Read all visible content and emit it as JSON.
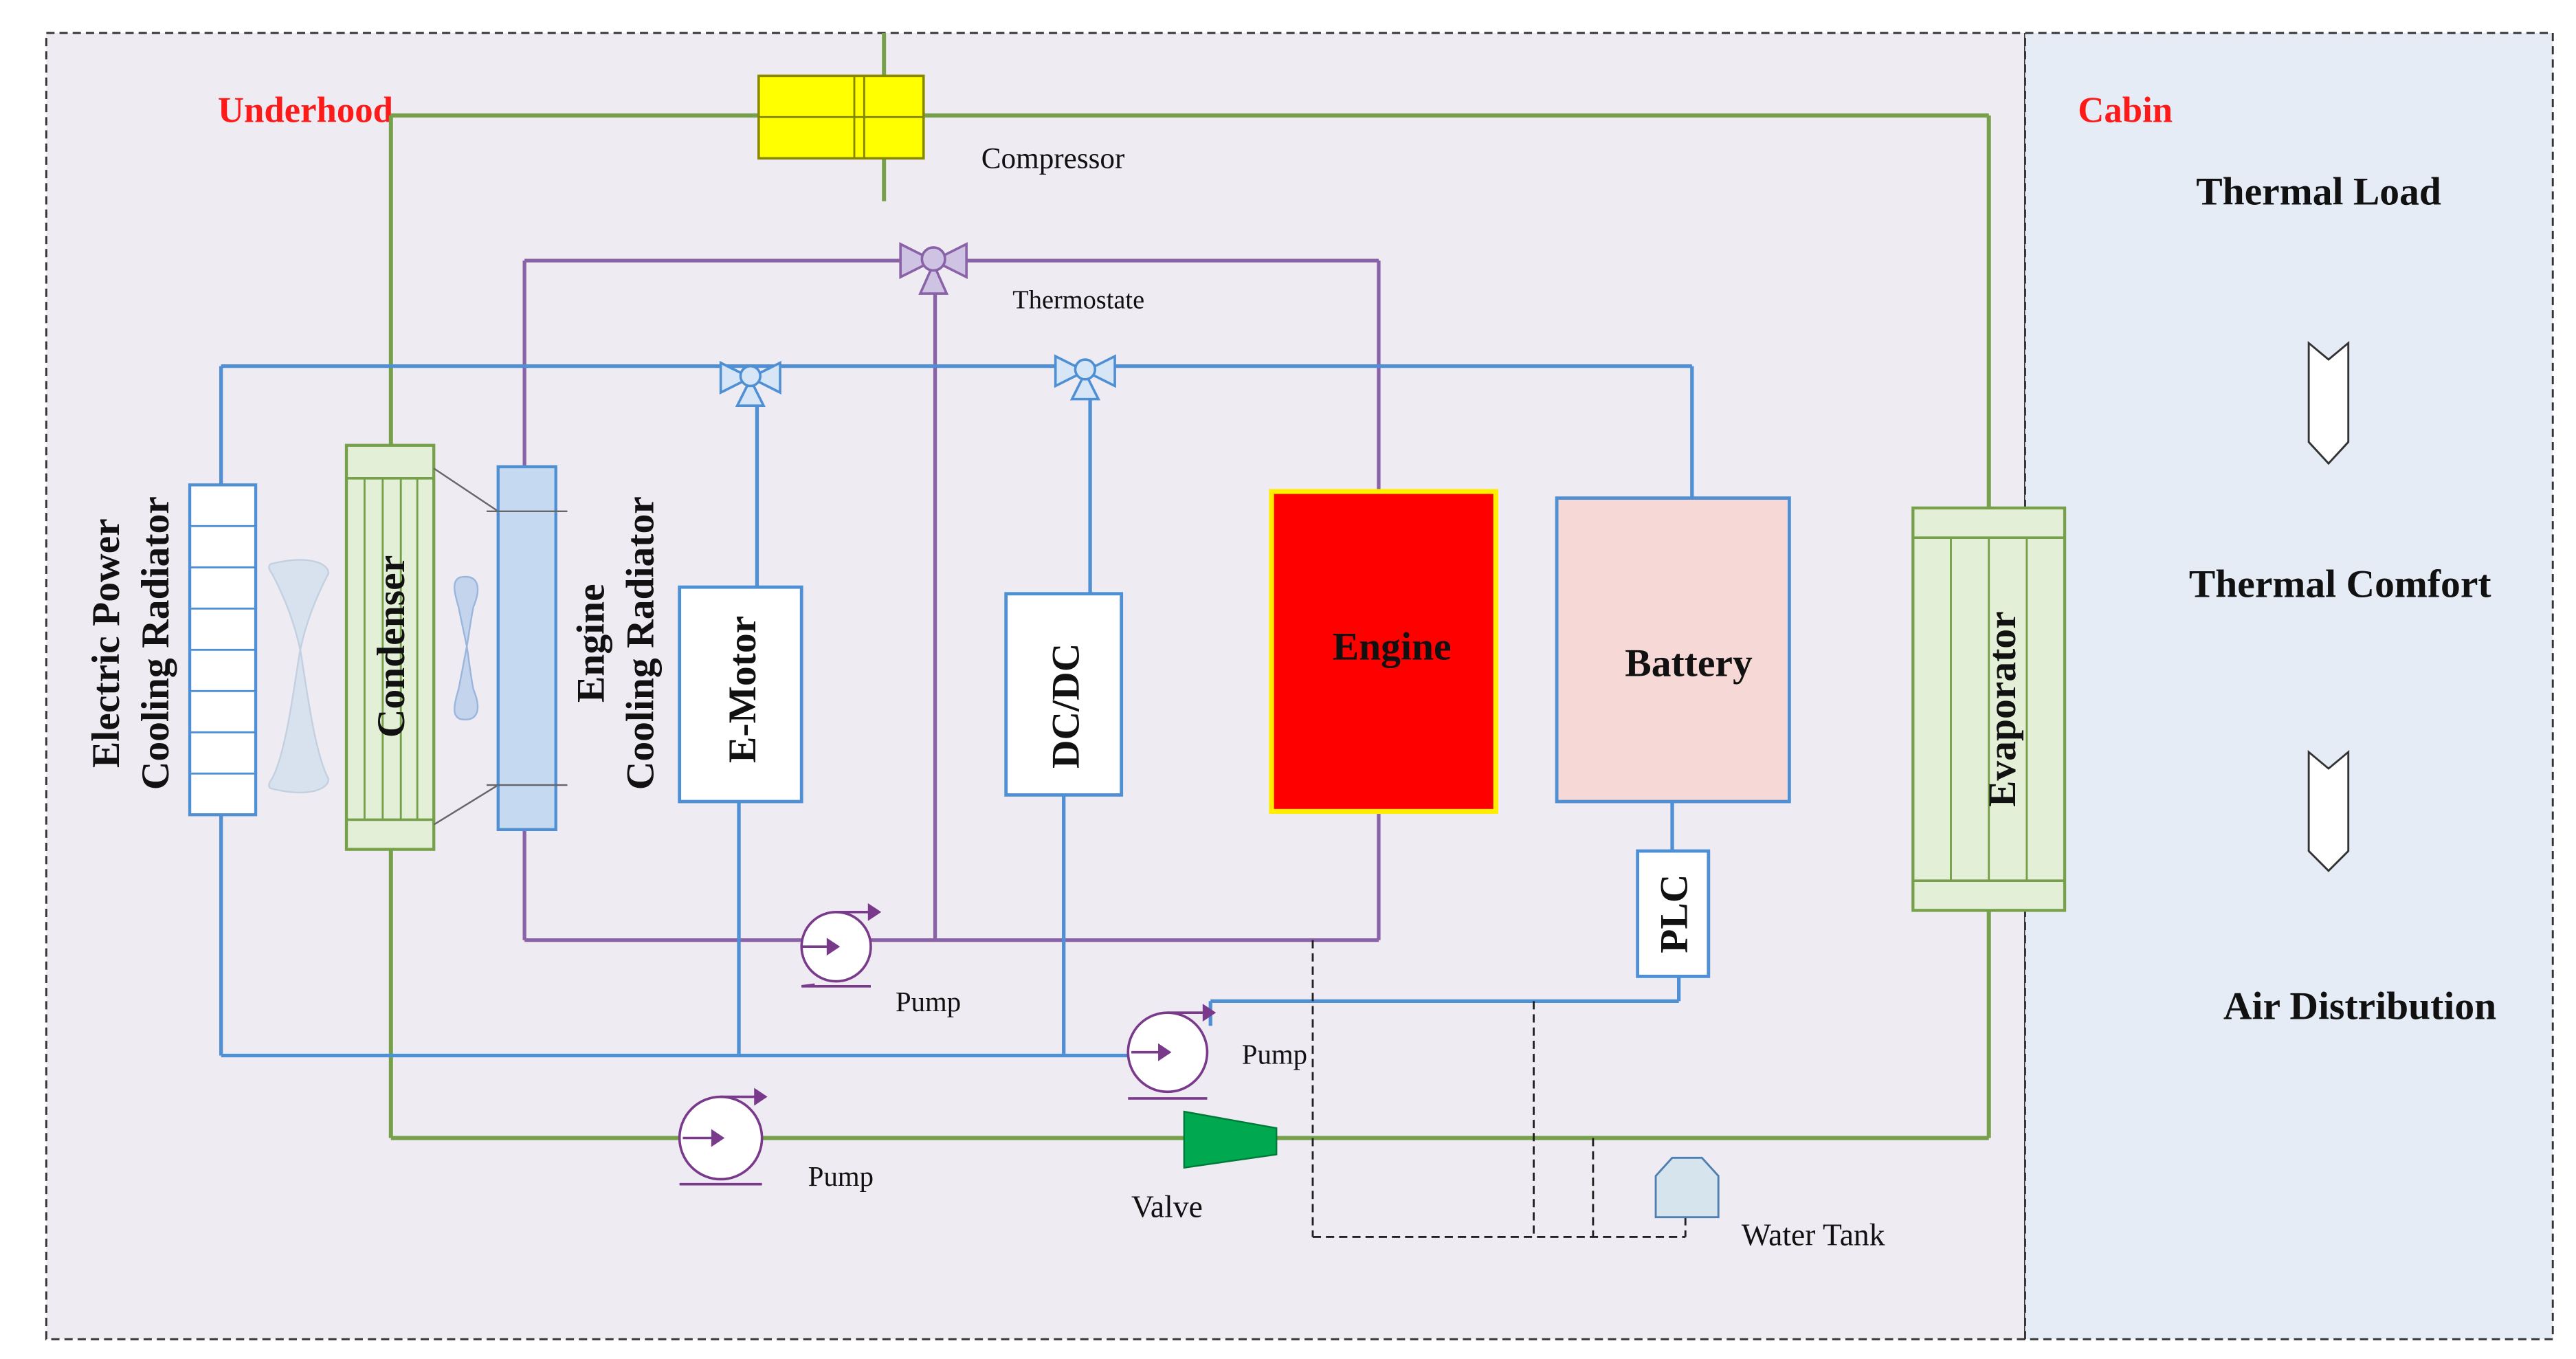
{
  "zones": {
    "underhood": "Underhood",
    "cabin": "Cabin"
  },
  "cabin_panel": {
    "thermal_load": "Thermal Load",
    "thermal_comfort": "Thermal Comfort",
    "air_distribution": "Air Distribution"
  },
  "components": {
    "compressor": "Compressor",
    "thermostate": "Thermostate",
    "ep_radiator_line1": "Electric Power",
    "ep_radiator_line2": "Cooling  Radiator",
    "condenser": "Condenser",
    "engine_radiator_line1": "Engine",
    "engine_radiator_line2": "Cooling  Radiator",
    "e_motor": "E-Motor",
    "dcdc": "DC/DC",
    "engine": "Engine",
    "battery": "Battery",
    "plc": "PLC",
    "evaporator": "Evaporator",
    "pump_1": "Pump",
    "pump_2": "Pump",
    "pump_3": "Pump",
    "valve": "Valve",
    "water_tank": "Water Tank"
  },
  "colors": {
    "zone_label": "#ff1a1a",
    "refrigerant_line": "#77a04a",
    "coolant_line": "#4f8fd4",
    "engine_loop_line": "#8a62a8",
    "engine_fill": "#ff0000",
    "battery_fill": "#f6d9d7",
    "compressor_fill": "#ffff00",
    "valve_fill": "#00a84f",
    "underhood_bg": "#efebf3",
    "cabin_bg": "#e5ecf6"
  }
}
